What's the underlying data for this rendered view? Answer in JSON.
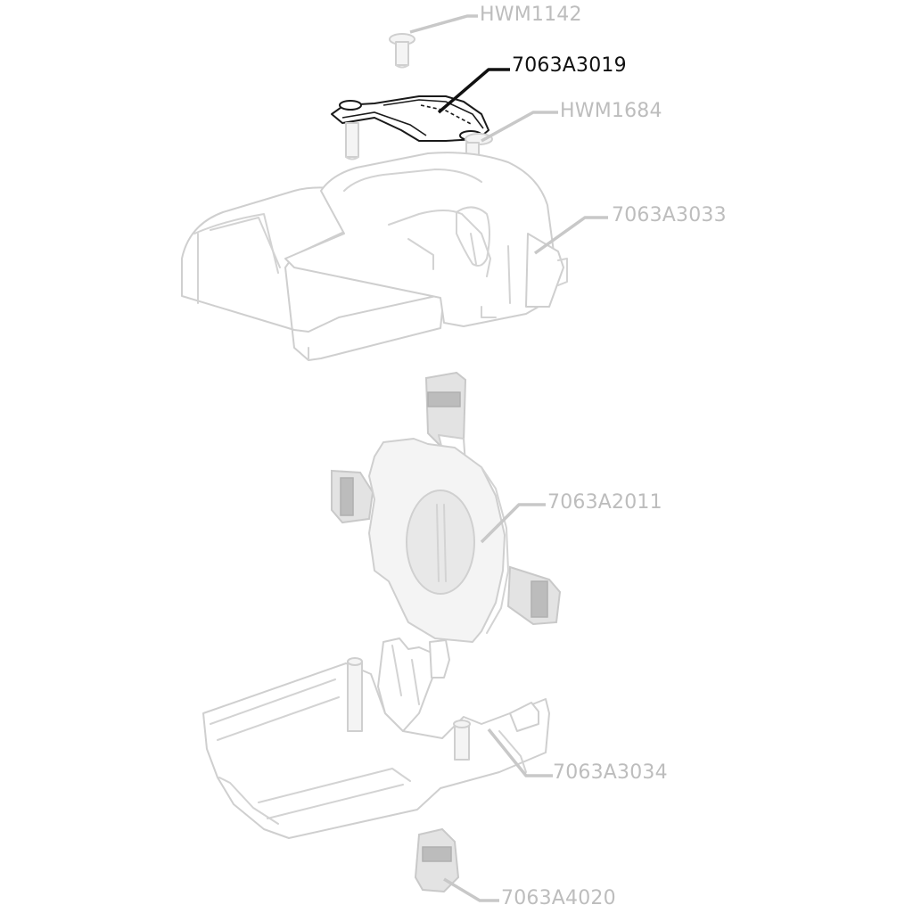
{
  "diagram": {
    "labels": {
      "hwm1142": "HWM1142",
      "p7063a3019": "7063A3019",
      "hwm1684": "HWM1684",
      "p7063a3033": "7063A3033",
      "p7063a2011": "7063A2011",
      "p7063a3034": "7063A3034",
      "p7063a4020": "7063A4020"
    },
    "highlighted_part": "7063A3019",
    "colors": {
      "highlight": "#111111",
      "faded_label": "#bdbdbd",
      "faded_line": "#c8c8c8"
    }
  }
}
